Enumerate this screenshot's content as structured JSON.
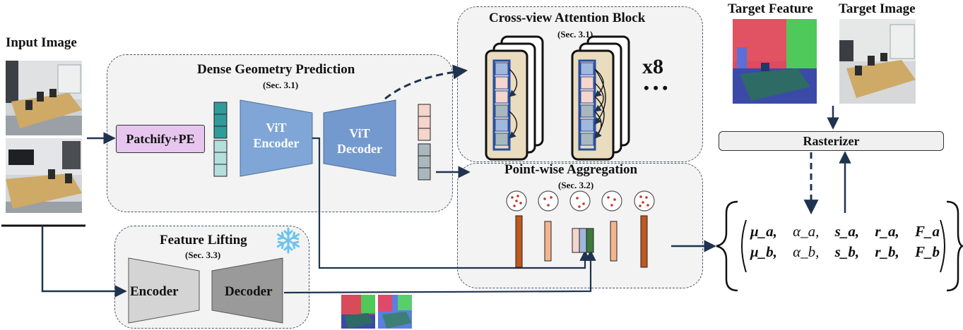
{
  "input_image_title": "Input Image",
  "dense_geometry": {
    "title": "Dense Geometry Prediction",
    "sec": "(Sec. 3.1)"
  },
  "patchify_label": "Patchify+PE",
  "vit_encoder": {
    "line1": "ViT",
    "line2": "Encoder"
  },
  "vit_decoder": {
    "line1": "ViT",
    "line2": "Decoder"
  },
  "cross_view": {
    "title": "Cross-view Attention Block",
    "sec": "(Sec. 3.1)",
    "repeat": "x8",
    "ellipsis": "• • •"
  },
  "pointwise": {
    "title": "Point-wise Aggregation",
    "sec": "(Sec. 3.2)"
  },
  "feature_lifting": {
    "title": "Feature Lifting",
    "sec": "(Sec. 3.3)",
    "encoder": "Encoder",
    "decoder": "Decoder",
    "icon": "snowflake-icon"
  },
  "target_feature_title": "Target Feature",
  "target_image_title": "Target Image",
  "rasterizer_label": "Rasterizer",
  "gaussian_params": {
    "row_a": [
      "μ_a,",
      "α_a,",
      "s_a,",
      "r_a,",
      "F_a"
    ],
    "row_b": [
      "μ_b,",
      "α_b,",
      "s_b,",
      "r_b,",
      "F_b"
    ]
  },
  "colors": {
    "arrow": "#1f3350",
    "vit_encoder_fill": "#7fa6d6",
    "vit_decoder_fill": "#7399cf",
    "patchify_fill": "#e6c6ee",
    "token_teal": "#2f9c9a",
    "token_light_teal": "#b5dfdd",
    "token_pink": "#f5d5cc",
    "token_gray": "#a9b8bd",
    "feature_bar_brown": "#c0581f",
    "feature_bar_peach": "#f5b48f",
    "lifting_encoder_fill": "#d4d4d4",
    "lifting_decoder_fill": "#9a9a9a",
    "attention_card_fill": "#e9dcbf",
    "attention_token_blue": "#2b4fa0"
  }
}
